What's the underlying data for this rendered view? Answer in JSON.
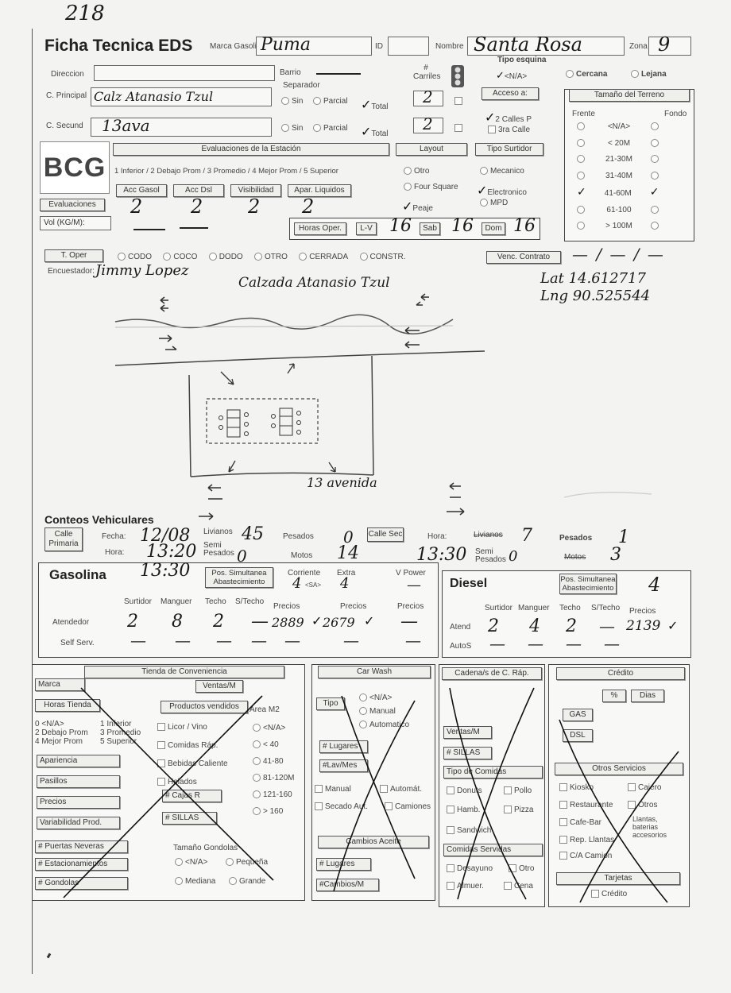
{
  "page_number": "218",
  "form": {
    "title": "Ficha Tecnica EDS",
    "marca_label": "Marca Gasolina",
    "marca_value": "Puma",
    "id_label": "ID",
    "nombre_label": "Nombre",
    "nombre_value": "Santa Rosa",
    "zona_label": "Zona",
    "zona_value": "9",
    "direccion_label": "Direccion",
    "barrio_label": "Barrio",
    "carriles_label": "# Carriles",
    "tipo_esquina_label": "Tipo esquina",
    "tipo_esquina_opts": [
      "<N/A>",
      "Cercana",
      "Lejana"
    ],
    "cprincipal_label": "C. Principal",
    "cprincipal_value": "Calz Atanasio Tzul",
    "csecund_label": "C. Secund",
    "csecund_value": "13ava",
    "separador_label": "Separador",
    "sep_opts": [
      "Sin",
      "Parcial",
      "Total"
    ],
    "carriles_p": "2",
    "carriles_s": "2",
    "acceso_label": "Acceso a:",
    "acceso_opts": [
      "2 Calles P",
      "3ra Calle"
    ],
    "tamano_label": "Tamaño del Terreno",
    "frente_label": "Frente",
    "fondo_label": "Fondo",
    "tamano_opts": [
      "<N/A>",
      "< 20M",
      "21-30M",
      "31-40M",
      "41-60M",
      "61-100",
      "> 100M"
    ],
    "logo": "BCG",
    "eval_label": "Evaluaciones de la Estación",
    "eval_scale": "1 Inferior / 2 Debajo Prom / 3 Promedio / 4 Mejor Prom / 5 Superior",
    "eval_btns": [
      "Acc Gasol",
      "Acc Dsl",
      "Visibilidad",
      "Apar. Liquidos"
    ],
    "eval_values": [
      "2",
      "2",
      "2",
      "2"
    ],
    "evaluaciones_label": "Evaluaciones",
    "vol_label": "Vol (KG/M):",
    "layout_label": "Layout",
    "layout_opts": [
      "Otro",
      "Four Square",
      "Peaje"
    ],
    "surtidor_label": "Tipo Surtidor",
    "surtidor_opts": [
      "Mecanico",
      "Electronico",
      "MPD"
    ],
    "horas_label": "Horas Oper.",
    "lv_label": "L-V",
    "lv_value": "16",
    "sab_label": "Sab",
    "sab_value": "16",
    "dom_label": "Dom",
    "dom_value": "16",
    "toper_label": "T. Oper",
    "toper_opts": [
      "CODO",
      "COCO",
      "DODO",
      "OTRO",
      "CERRADA",
      "CONSTR."
    ],
    "venc_label": "Venc. Contrato",
    "venc_value": "— / — / —",
    "encuestador_label": "Encuestador:",
    "encuestador_value": "Jimmy Lopez",
    "lat": "Lat 14.612717",
    "lng": "Lng 90.525544",
    "map_street_top": "Calzada Atanasio Tzul",
    "map_street_bottom": "13 avenida"
  },
  "conteos": {
    "title": "Conteos Vehiculares",
    "calle_primaria": "Calle Primaria",
    "calle_sec": "Calle Sec",
    "fecha_label": "Fecha:",
    "fecha_value": "12/08",
    "hora_label": "Hora:",
    "hora_p": "13:20",
    "hora_s": "13:30",
    "livianos_label": "Livianos",
    "livianos_p": "45",
    "livianos_s": "7",
    "pesados_label": "Pesados",
    "pesados_p": "0",
    "pesados_s": "1",
    "semi_label": "Semi Pesados",
    "semi_p": "0",
    "semi_s": "0",
    "motos_label": "Motos",
    "motos_p": "14",
    "motos_s": "3"
  },
  "gasolina": {
    "title": "Gasolina",
    "hora": "13:30",
    "pos_label": "Pos. Simultanea Abastecimiento",
    "corriente_label": "Corriente",
    "corriente_value": "4",
    "super_label": "<SA>",
    "extra_label": "Extra",
    "extra_value": "4",
    "vpower_label": "V Power",
    "vpower_value": "—",
    "cols": [
      "Surtidor",
      "Manguer",
      "Techo",
      "S/Techo",
      "Precios",
      "Precios",
      "Precios"
    ],
    "atendedor_label": "Atendedor",
    "atendedor": [
      "2",
      "8",
      "2",
      "—",
      "2889",
      "2679",
      "—"
    ],
    "self_label": "Self Serv.",
    "self": [
      "—",
      "—",
      "—",
      "—",
      "—",
      "—",
      "—"
    ]
  },
  "diesel": {
    "title": "Diesel",
    "pos_label": "Pos. Simultanea Abastecimiento",
    "pos_value": "4",
    "cols": [
      "Surtidor",
      "Manguer",
      "Techo",
      "S/Techo",
      "Precios"
    ],
    "atend_label": "Atend",
    "atend": [
      "2",
      "4",
      "2",
      "—",
      "2139"
    ],
    "autos_label": "AutoS",
    "autos": [
      "—",
      "—",
      "—",
      "—"
    ]
  },
  "tienda": {
    "title": "Tienda de Conveniencia",
    "marca": "Marca",
    "ventas": "Ventas/M",
    "horas": "Horas Tienda",
    "productos": "Productos vendidos",
    "area": "Área M2",
    "scale_left": [
      "0 <N/A>",
      "2 Debajo Prom",
      "4 Mejor Prom"
    ],
    "scale_right": [
      "1 Inferior",
      "3 Promedio",
      "5 Superior"
    ],
    "prod_opts": [
      "Licor / Vino",
      "Comidas Ráp.",
      "Bebidas Caliente",
      "Helados"
    ],
    "area_opts": [
      "<N/A>",
      "< 40",
      "41-80",
      "81-120M",
      "121-160",
      "> 160"
    ],
    "left_btns": [
      "Apariencia",
      "Pasillos",
      "Precios",
      "Variabilidad Prod."
    ],
    "cajas": "# Cajas R",
    "sillas": "# SILLAS",
    "bottom_btns": [
      "# Puertas Neveras",
      "# Estacionamientos",
      "# Gondolas"
    ],
    "gondolas_label": "Tamaño Gondolas",
    "gondolas_opts": [
      "<N/A>",
      "Pequeña",
      "Mediana",
      "Grande"
    ]
  },
  "carwash": {
    "title": "Car Wash",
    "tipo": "Tipo",
    "tipo_opts": [
      "<N/A>",
      "Manual",
      "Automatico"
    ],
    "lugares": "# Lugares",
    "lav": "#Lav/Mes",
    "opts": [
      "Manual",
      "Automát.",
      "Secado Aut.",
      "Camiones"
    ],
    "cambios_title": "Cambios Aceite",
    "cambios_lugares": "# Lugares",
    "cambios_m": "#Cambios/M"
  },
  "cadena": {
    "title": "Cadena/s de C. Ráp.",
    "ventas": "Ventas/M",
    "sillas": "# SILLAS",
    "tipo": "Tipo de Comidas",
    "tipo_opts": [
      "Donuts",
      "Pollo",
      "Hamb.",
      "Pizza",
      "Sandwich"
    ],
    "servidas": "Comidas Servidas",
    "serv_opts": [
      "Desayuno",
      "Otro",
      "Almuer.",
      "Cena"
    ]
  },
  "credito": {
    "title": "Crédito",
    "pct": "%",
    "dias": "Dias",
    "gas": "GAS",
    "dsl": "DSL",
    "otros_title": "Otros Servicios",
    "otros_opts": [
      "Kiosko",
      "Cajero",
      "Restaurante",
      "Otros",
      "Cafe-Bar",
      "Llantas, baterias accesorios",
      "Rep. Llantas",
      "C/A Camion"
    ],
    "tarjetas": "Tarjetas",
    "credito_chk": "Crédito"
  }
}
